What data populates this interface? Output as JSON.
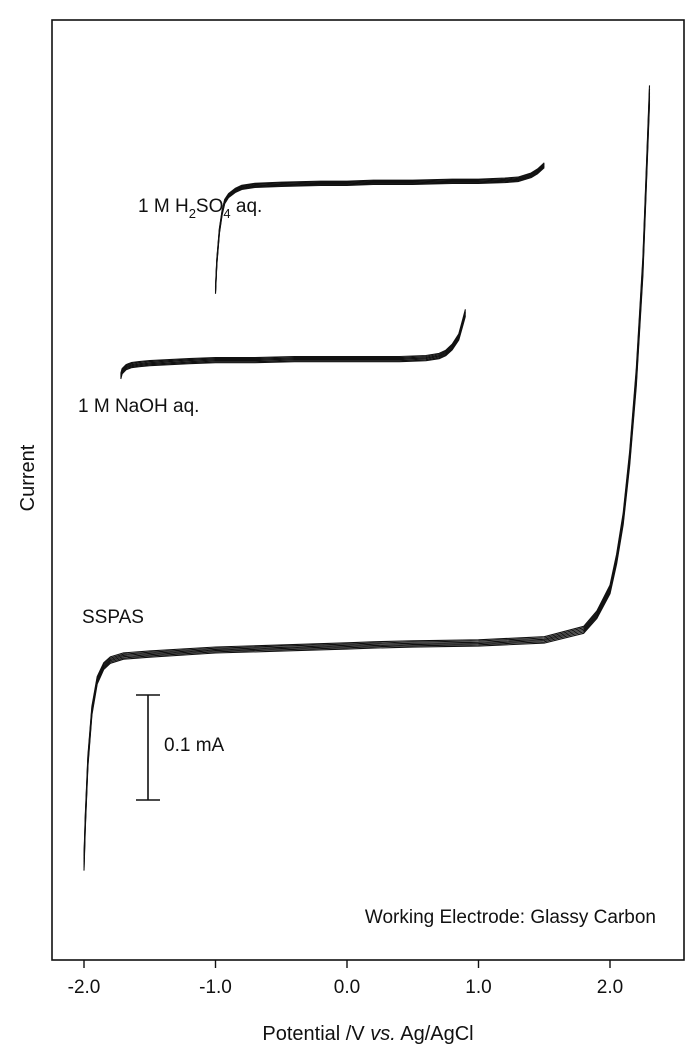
{
  "chart_data": {
    "type": "line",
    "title": "",
    "xlabel": {
      "text_before": "Potential /V ",
      "text_italic": "vs.",
      "text_after": " Ag/AgCl"
    },
    "ylabel": "Current",
    "xlim": [
      -2.4,
      2.55
    ],
    "xticks": [
      {
        "value": -2.0,
        "label": "-2.0"
      },
      {
        "value": -1.0,
        "label": "-1.0"
      },
      {
        "value": 0.0,
        "label": "0.0"
      },
      {
        "value": 1.0,
        "label": "1.0"
      },
      {
        "value": 2.0,
        "label": "2.0"
      }
    ],
    "y_units": "mA",
    "scale_bar": {
      "label": "0.1 mA",
      "value": 0.1
    },
    "annotation": "Working Electrode: Glassy Carbon",
    "series": [
      {
        "name": "1 M H₂SO₄ aq.",
        "label_parts": [
          "1 M H",
          "2",
          "SO",
          "4",
          " aq."
        ],
        "offset": 0.452,
        "x": [
          -1.0,
          -0.99,
          -0.97,
          -0.95,
          -0.93,
          -0.9,
          -0.85,
          -0.8,
          -0.7,
          -0.5,
          -0.2,
          0.0,
          0.2,
          0.5,
          0.8,
          1.0,
          1.2,
          1.3,
          1.4,
          1.45,
          1.5
        ],
        "y": [
          -0.096,
          -0.068,
          -0.037,
          -0.019,
          -0.008,
          -0.002,
          0.003,
          0.006,
          0.008,
          0.009,
          0.01,
          0.01,
          0.011,
          0.011,
          0.012,
          0.012,
          0.013,
          0.014,
          0.018,
          0.022,
          0.028
        ],
        "spread": 0.004
      },
      {
        "name": "1 M NaOH aq.",
        "label_parts": [
          "1 M NaOH aq."
        ],
        "offset": 0.284,
        "x": [
          -1.72,
          -1.71,
          -1.68,
          -1.64,
          -1.58,
          -1.5,
          -1.35,
          -1.2,
          -1.0,
          -0.7,
          -0.4,
          -0.1,
          0.0,
          0.2,
          0.4,
          0.6,
          0.7,
          0.75,
          0.8,
          0.85,
          0.88,
          0.9
        ],
        "y": [
          -0.013,
          -0.008,
          -0.004,
          -0.002,
          -0.001,
          0.0,
          0.001,
          0.002,
          0.003,
          0.003,
          0.004,
          0.004,
          0.004,
          0.004,
          0.004,
          0.005,
          0.007,
          0.01,
          0.016,
          0.026,
          0.04,
          0.05
        ],
        "spread": 0.005
      },
      {
        "name": "SSPAS",
        "label_parts": [
          "SSPAS"
        ],
        "offset": 0.0,
        "x": [
          -2.0,
          -1.99,
          -1.97,
          -1.94,
          -1.9,
          -1.85,
          -1.8,
          -1.7,
          -1.5,
          -1.0,
          -0.5,
          0.0,
          0.2,
          0.5,
          1.0,
          1.5,
          1.8,
          1.9,
          2.0,
          2.05,
          2.1,
          2.15,
          2.2,
          2.25,
          2.28,
          2.3
        ],
        "y": [
          -0.211,
          -0.17,
          -0.11,
          -0.06,
          -0.03,
          -0.016,
          -0.01,
          -0.006,
          -0.004,
          0.0,
          0.002,
          0.004,
          0.005,
          0.006,
          0.007,
          0.01,
          0.02,
          0.035,
          0.06,
          0.09,
          0.13,
          0.19,
          0.27,
          0.38,
          0.48,
          0.55
        ],
        "spread": 0.006
      }
    ],
    "grid": false,
    "legend": "none"
  }
}
